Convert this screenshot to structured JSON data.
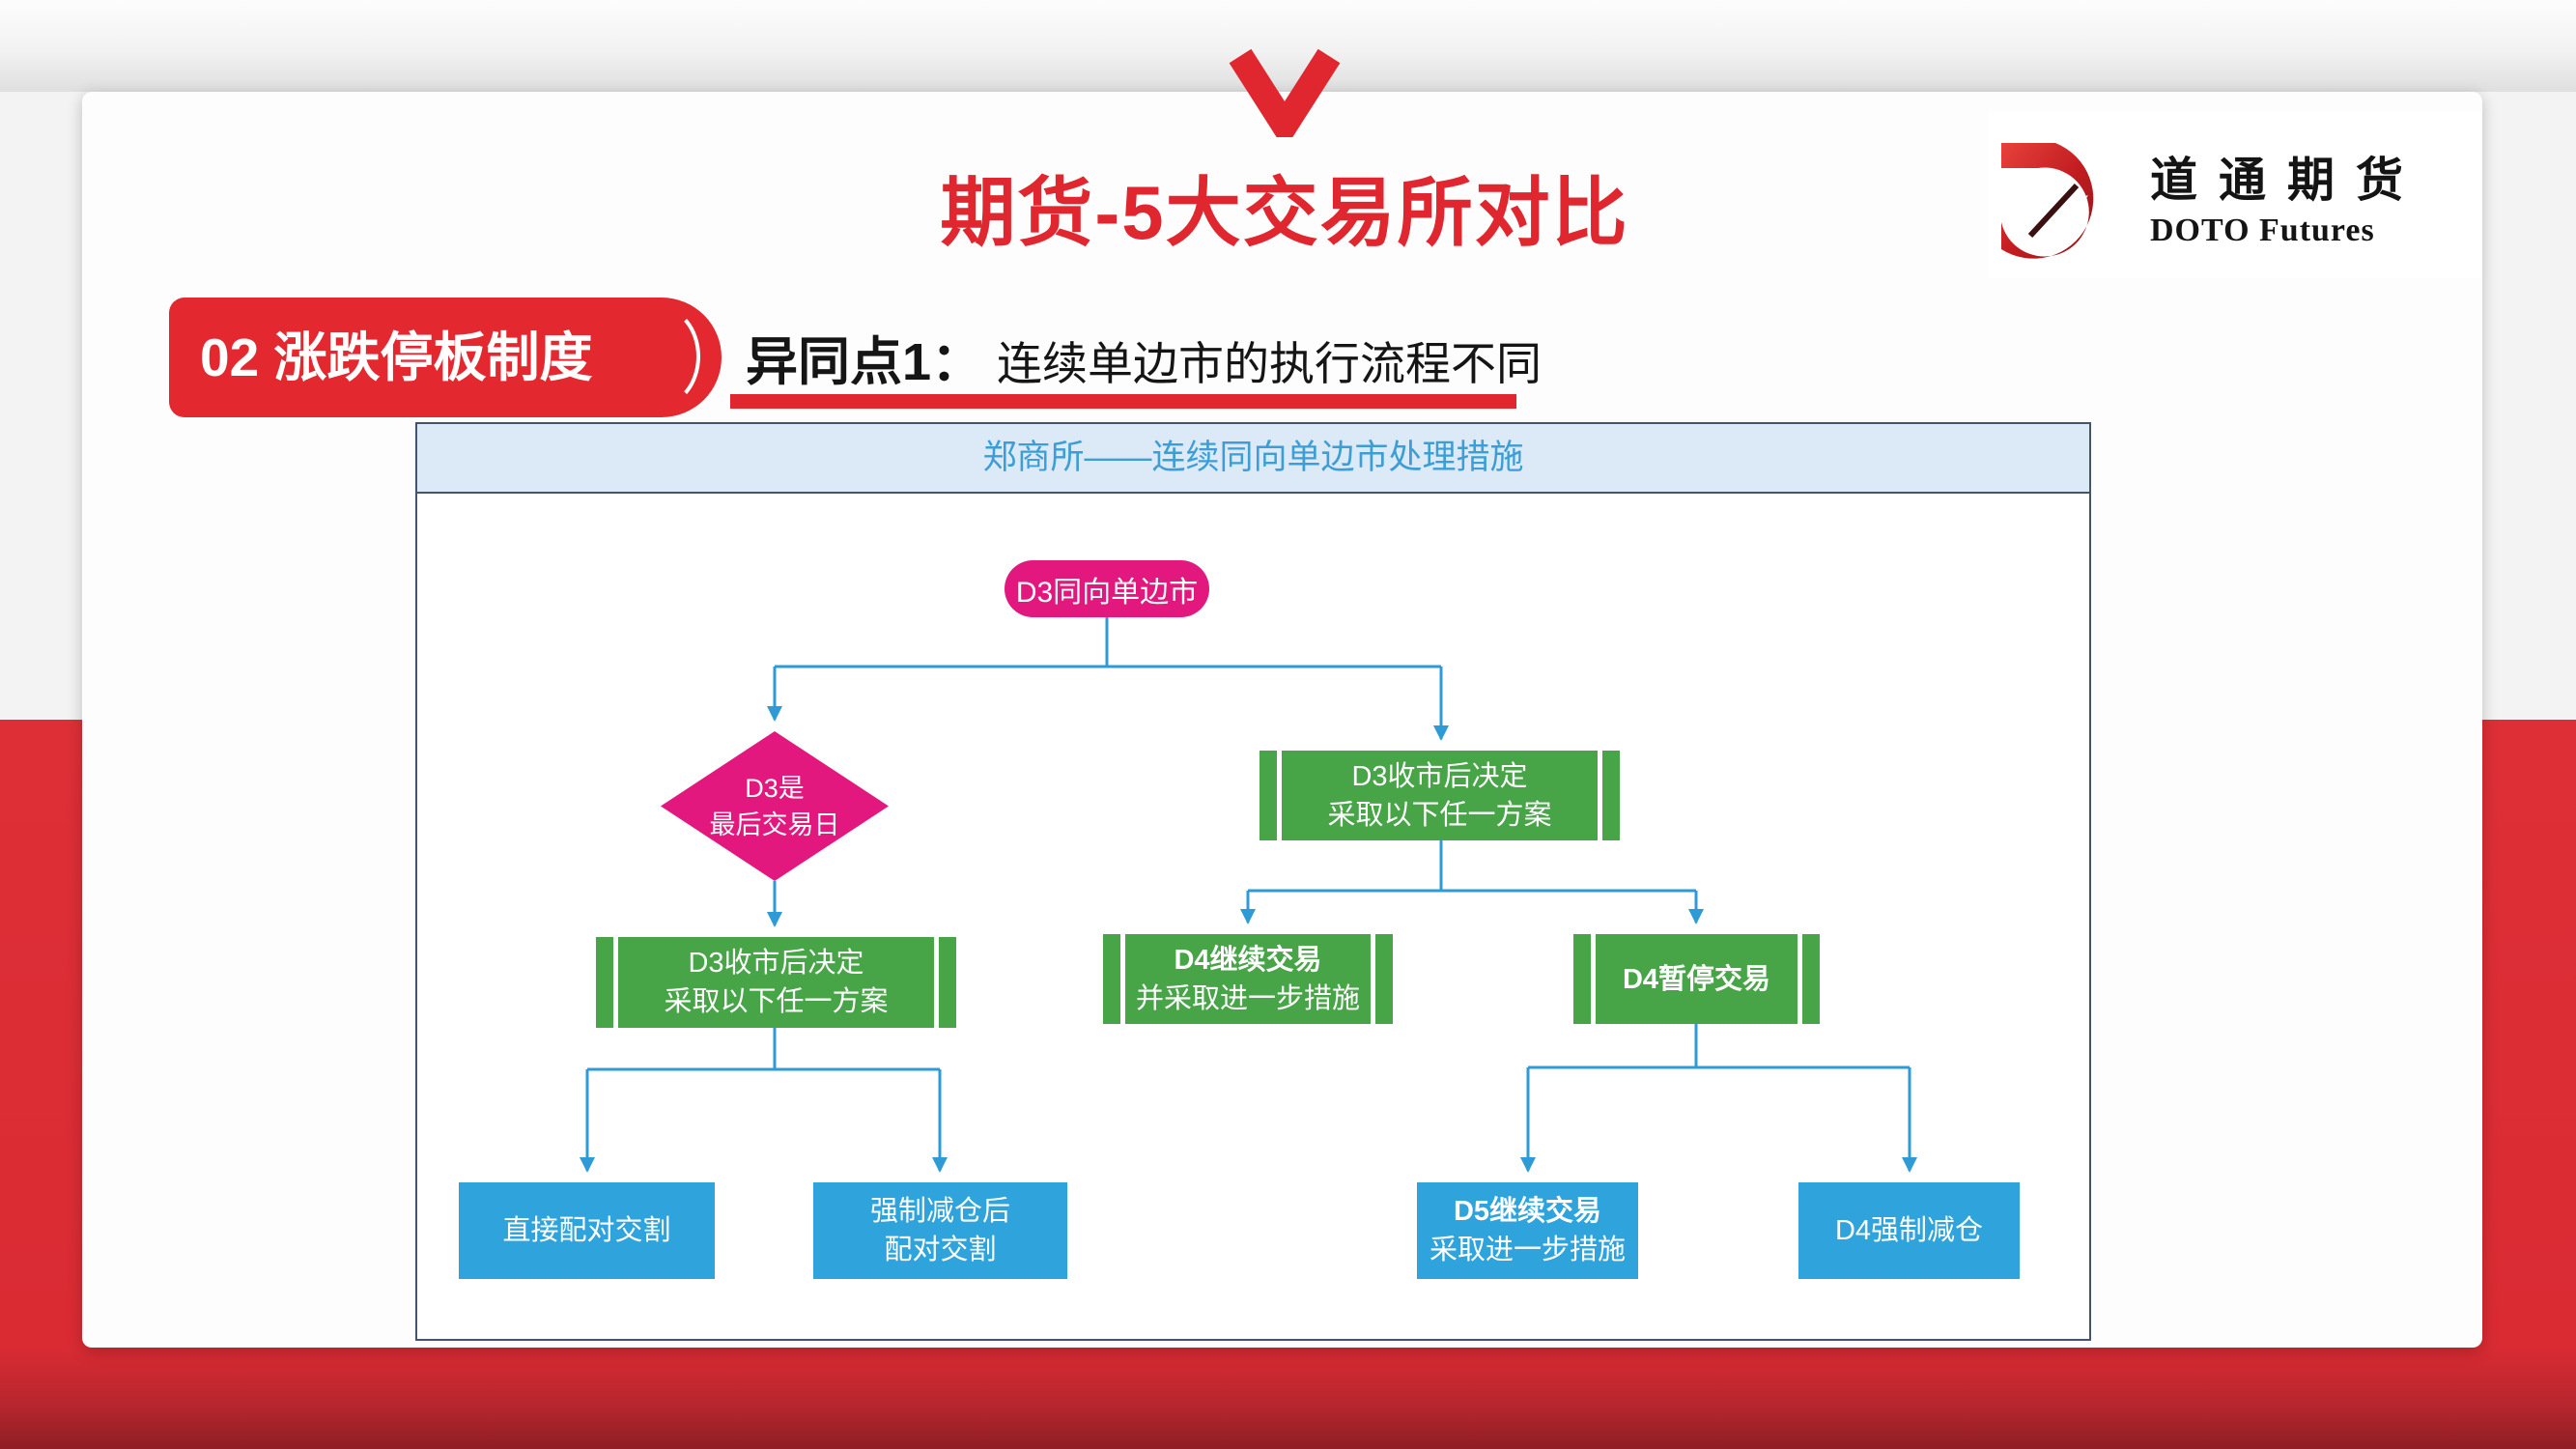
{
  "slide": {
    "title": "期货-5大交易所对比",
    "section_badge": "02 涨跌停板制度",
    "subtitle_label": "异同点1：",
    "subtitle_text": "连续单边市的执行流程不同"
  },
  "logo": {
    "cn": "道通期货",
    "en": "DOTO Futures"
  },
  "flowchart": {
    "header": "郑商所——连续同向单边市处理措施",
    "nodes": {
      "start": {
        "label": "D3同向单边市"
      },
      "decision": {
        "line1": "D3是",
        "line2": "最后交易日"
      },
      "d3_decide": {
        "line1": "D3收市后决定",
        "line2": "采取以下任一方案"
      },
      "d4_continue": {
        "line1": "D4继续交易",
        "line2": "并采取进一步措施"
      },
      "d4_pause": {
        "label": "D4暂停交易"
      },
      "direct_delivery": {
        "label": "直接配对交割"
      },
      "forced_reduce_then_delivery": {
        "line1": "强制减仓后",
        "line2": "配对交割"
      },
      "d5_continue": {
        "line1": "D5继续交易",
        "line2": "采取进一步措施"
      },
      "d4_forced_reduce": {
        "label": "D4强制减仓"
      }
    }
  },
  "colors": {
    "accent_red": "#E02730",
    "band_red": "#DD2E36",
    "node_pink": "#E3187E",
    "node_green": "#47A447",
    "node_blue": "#2EA3DC",
    "connector_blue": "#2E9BD6",
    "frame_border": "#44546A",
    "header_bg": "#DCE9F6",
    "header_text": "#3D9DD5"
  }
}
